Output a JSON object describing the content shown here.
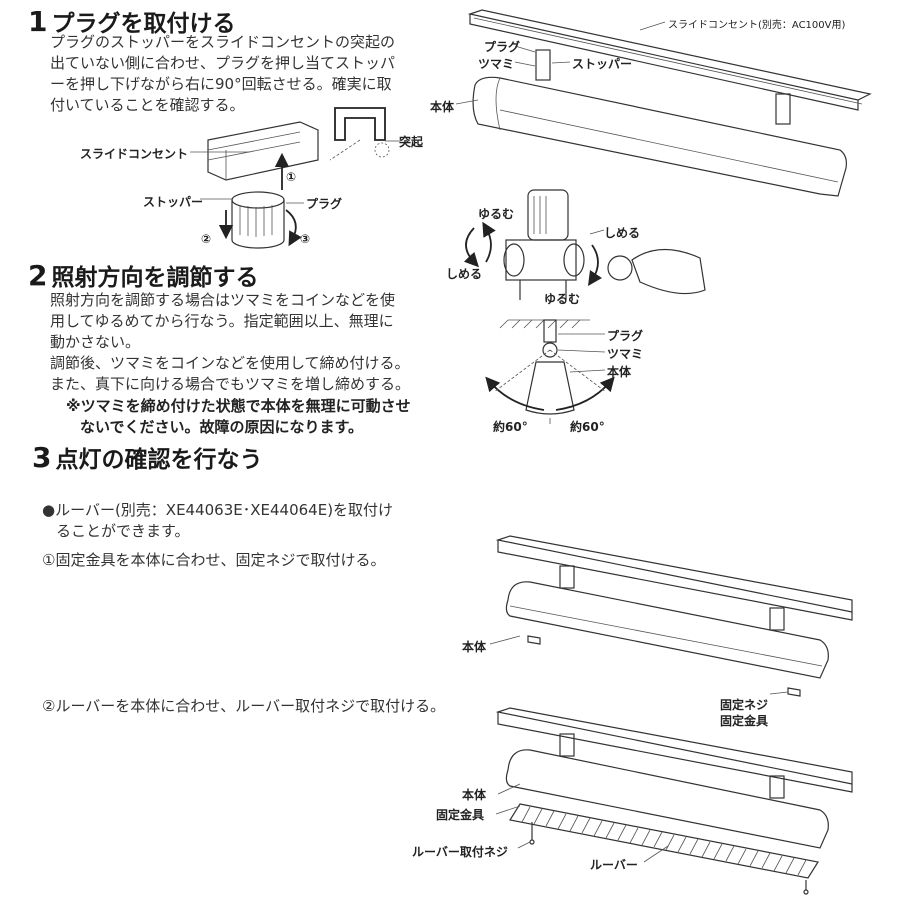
{
  "section1": {
    "number": "1",
    "title": "プラグを取付ける",
    "lines": [
      "プラグのストッパーをスライドコンセントの突起の",
      "出ていない側に合わせ、プラグを押し当てストッパ",
      "ーを押し下げながら右に90°回転させる。確実に取",
      "付いていることを確認する。"
    ],
    "labels": {
      "slide_outlet": "スライドコンセント",
      "protrusion": "突起",
      "stopper": "ストッパー",
      "plug": "プラグ",
      "step1": "①",
      "step2": "②",
      "step3": "③"
    }
  },
  "section2": {
    "number": "2",
    "title": "照射方向を調節する",
    "lines": [
      "照射方向を調節する場合はツマミをコインなどを使",
      "用してゆるめてから行なう。指定範囲以上、無理に",
      "動かさない。",
      "調節後、ツマミをコインなどを使用して締め付ける。",
      "また、真下に向ける場合でもツマミを増し締めする。"
    ],
    "note_lines": [
      "※ツマミを締め付けた状態で本体を無理に可動させ",
      "ないでください。故障の原因になります。"
    ]
  },
  "section3": {
    "number": "3",
    "title": "点灯の確認を行なう",
    "louver_lines": [
      "●ルーバー(別売：XE44063E･XE44064E)を取付け",
      "ることができます。"
    ],
    "step1": "①固定金具を本体に合わせ、固定ネジで取付ける。",
    "step2": "②ルーバーを本体に合わせ、ルーバー取付ネジで取付ける。"
  },
  "diagram_top_right": {
    "slide_outlet": "スライドコンセント(別売：AC100V用)",
    "plug": "プラグ",
    "knob": "ツマミ",
    "stopper": "ストッパー",
    "body": "本体"
  },
  "diagram_knob": {
    "loosen_top": "ゆるむ",
    "tighten_right": "しめる",
    "tighten_left": "しめる",
    "loosen_bottom": "ゆるむ"
  },
  "diagram_angle": {
    "plug": "プラグ",
    "knob": "ツマミ",
    "body": "本体",
    "angle_left": "約60°",
    "angle_right": "約60°"
  },
  "diagram_louver1": {
    "body": "本体",
    "fixing_screw": "固定ネジ",
    "fixing_bracket": "固定金具"
  },
  "diagram_louver2": {
    "body": "本体",
    "fixing_bracket": "固定金具",
    "louver_screw": "ルーバー取付ネジ",
    "louver": "ルーバー"
  }
}
